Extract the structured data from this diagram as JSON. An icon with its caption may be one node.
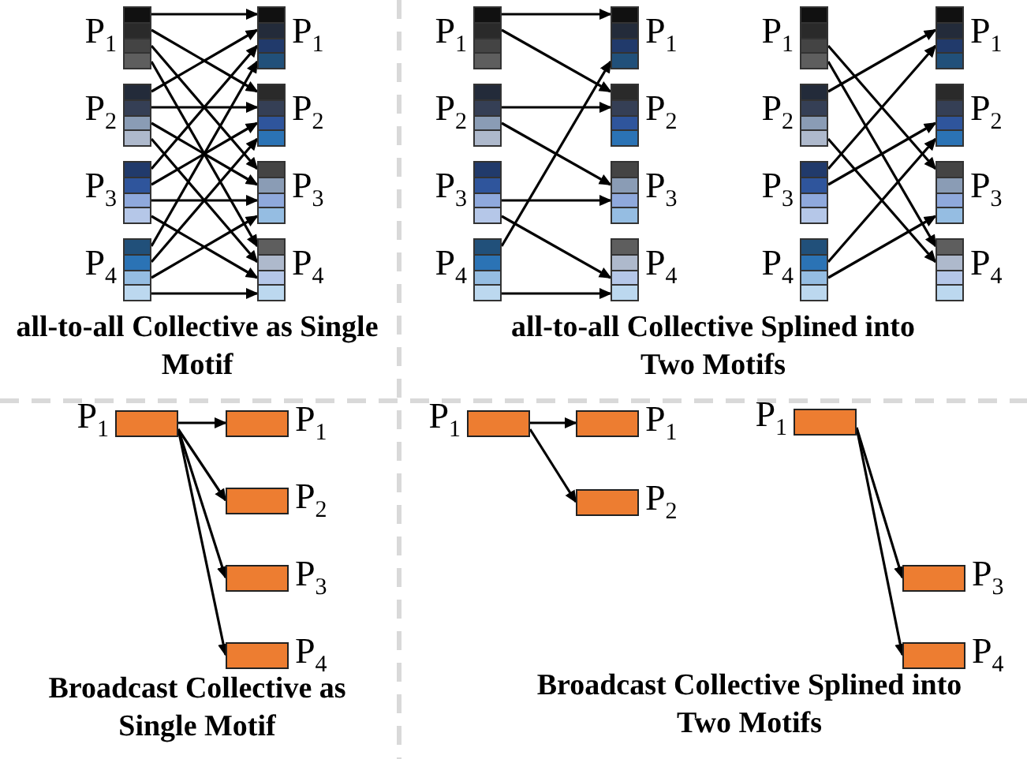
{
  "diagram": {
    "nodes": [
      {
        "text": [
          "P$_{1}$"
        ]
      },
      {
        "text": [
          "P$_{2}$"
        ]
      },
      {
        "text": [
          "P$_{3}$"
        ]
      },
      {
        "text": [
          "P$_{4}$"
        ]
      },
      {
        "text": [
          "P$_{1}$"
        ]
      },
      {
        "text": [
          "P$_{2}$"
        ]
      },
      {
        "text": [
          "P$_{3}$"
        ]
      },
      {
        "text": [
          "P$_{4}$"
        ]
      },
      {
        "text": [
          "P$_{1}$"
        ]
      },
      {
        "text": [
          "P$_{2}$"
        ]
      },
      {
        "text": [
          "P$_{3}$"
        ]
      },
      {
        "text": [
          "P$_{4}$"
        ]
      },
      {
        "text": [
          "P$_{1}$"
        ]
      },
      {
        "text": [
          "P$_{2}$"
        ]
      },
      {
        "text": [
          "P$_{3}$"
        ]
      },
      {
        "text": [
          "P$_{4}$"
        ]
      },
      {
        "text": [
          "P$_{1}$"
        ]
      },
      {
        "text": [
          "P$_{2}$"
        ]
      },
      {
        "text": [
          "P$_{3}$"
        ]
      },
      {
        "text": [
          "P$_{4}$"
        ]
      },
      {
        "text": [
          "P$_{1}$"
        ]
      },
      {
        "text": [
          "P$_{2}$"
        ]
      },
      {
        "text": [
          "P$_{3}$"
        ]
      },
      {
        "text": [
          "P$_{4}$"
        ]
      },
      {
        "text": [
          "P$_{1}$"
        ]
      },
      {
        "text": [
          "P$_{1}$"
        ]
      },
      {
        "text": [
          "P$_{2}$"
        ]
      },
      {
        "text": [
          "P$_{3}$"
        ]
      },
      {
        "text": [
          "P$_{4}$"
        ]
      },
      {
        "text": [
          "P$_{1}$"
        ]
      },
      {
        "text": [
          "P$_{1}$"
        ]
      },
      {
        "text": [
          "P$_{2}$"
        ]
      },
      {
        "text": [
          "P$_{1}$"
        ]
      },
      {
        "text": [
          "P$_{3}$"
        ]
      },
      {
        "text": [
          "P$_{4}$"
        ]
      }
    ],
    "edges": [
      {
        "from": 0,
        "to": 4,
        "arrow": "to"
      },
      {
        "from": 0,
        "to": 5,
        "arrow": "to"
      },
      {
        "from": 0,
        "to": 6,
        "arrow": "to"
      },
      {
        "from": 0,
        "to": 7,
        "arrow": "to"
      },
      {
        "from": 1,
        "to": 4,
        "arrow": "to"
      },
      {
        "from": 1,
        "to": 5,
        "arrow": "to"
      },
      {
        "from": 1,
        "to": 6,
        "arrow": "to"
      },
      {
        "from": 1,
        "to": 7,
        "arrow": "to"
      },
      {
        "from": 2,
        "to": 4,
        "arrow": "to"
      },
      {
        "from": 2,
        "to": 5,
        "arrow": "to"
      },
      {
        "from": 2,
        "to": 6,
        "arrow": "to"
      },
      {
        "from": 2,
        "to": 7,
        "arrow": "to"
      },
      {
        "from": 3,
        "to": 4,
        "arrow": "to"
      },
      {
        "from": 3,
        "to": 5,
        "arrow": "to"
      },
      {
        "from": 3,
        "to": 6,
        "arrow": "to"
      },
      {
        "from": 3,
        "to": 7,
        "arrow": "to"
      },
      {
        "from": 8,
        "to": 12,
        "arrow": "to"
      },
      {
        "from": 8,
        "to": 13,
        "arrow": "to"
      },
      {
        "from": 9,
        "to": 13,
        "arrow": "to"
      },
      {
        "from": 9,
        "to": 14,
        "arrow": "to"
      },
      {
        "from": 10,
        "to": 14,
        "arrow": "to"
      },
      {
        "from": 10,
        "to": 15,
        "arrow": "to"
      },
      {
        "from": 11,
        "to": 12,
        "arrow": "to"
      },
      {
        "from": 11,
        "to": 15,
        "arrow": "to"
      },
      {
        "from": 16,
        "to": 22,
        "arrow": "to"
      },
      {
        "from": 16,
        "to": 23,
        "arrow": "to"
      },
      {
        "from": 17,
        "to": 20,
        "arrow": "to"
      },
      {
        "from": 17,
        "to": 23,
        "arrow": "to"
      },
      {
        "from": 18,
        "to": 20,
        "arrow": "to"
      },
      {
        "from": 18,
        "to": 21,
        "arrow": "to"
      },
      {
        "from": 19,
        "to": 21,
        "arrow": "to"
      },
      {
        "from": 19,
        "to": 22,
        "arrow": "to"
      },
      {
        "from": 24,
        "to": 25,
        "arrow": "to"
      },
      {
        "from": 24,
        "to": 26,
        "arrow": "to"
      },
      {
        "from": 24,
        "to": 27,
        "arrow": "to"
      },
      {
        "from": 24,
        "to": 28,
        "arrow": "to"
      },
      {
        "from": 29,
        "to": 30,
        "arrow": "to"
      },
      {
        "from": 29,
        "to": 31,
        "arrow": "to"
      },
      {
        "from": 32,
        "to": 33,
        "arrow": "to"
      },
      {
        "from": 32,
        "to": 34,
        "arrow": "to"
      }
    ],
    "labels": [
      "all-to-all Collective as Single Motif",
      "all-to-all Collective Splined into Two Motifs",
      "Broadcast Collective as Single Motif",
      "Broadcast Collective Splined into Two Motifs"
    ]
  }
}
